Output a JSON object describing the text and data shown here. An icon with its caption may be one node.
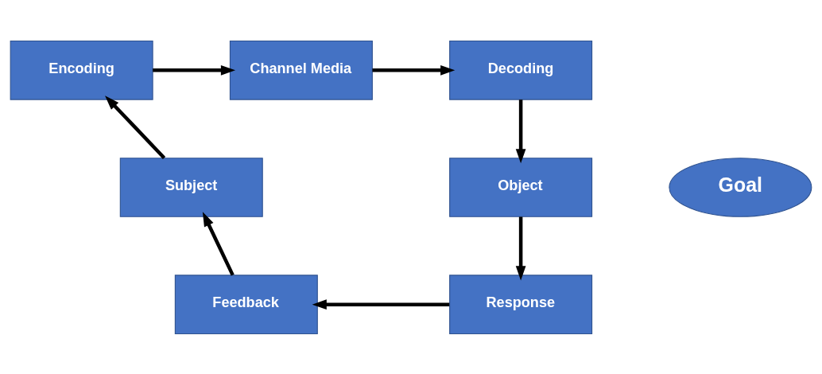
{
  "diagram": {
    "nodes": [
      {
        "text": [
          "Encoding"
        ]
      },
      {
        "text": [
          "Channel Media"
        ]
      },
      {
        "text": [
          "Decoding"
        ]
      },
      {
        "text": [
          "Subject"
        ]
      },
      {
        "text": [
          "Goal"
        ]
      },
      {
        "text": [
          "Object"
        ]
      },
      {
        "text": [
          "Feedback"
        ]
      },
      {
        "text": [
          "Response"
        ]
      }
    ],
    "edges": [
      {
        "from": 0,
        "to": 1,
        "arrow": "to"
      },
      {
        "from": 1,
        "to": 2,
        "arrow": "to"
      },
      {
        "from": 2,
        "to": 5,
        "arrow": "to"
      },
      {
        "from": 5,
        "to": 7,
        "arrow": "to"
      },
      {
        "from": 7,
        "to": 6,
        "arrow": "to"
      },
      {
        "from": 6,
        "to": 3,
        "arrow": "to"
      },
      {
        "from": 3,
        "to": 0,
        "arrow": "to"
      }
    ]
  }
}
